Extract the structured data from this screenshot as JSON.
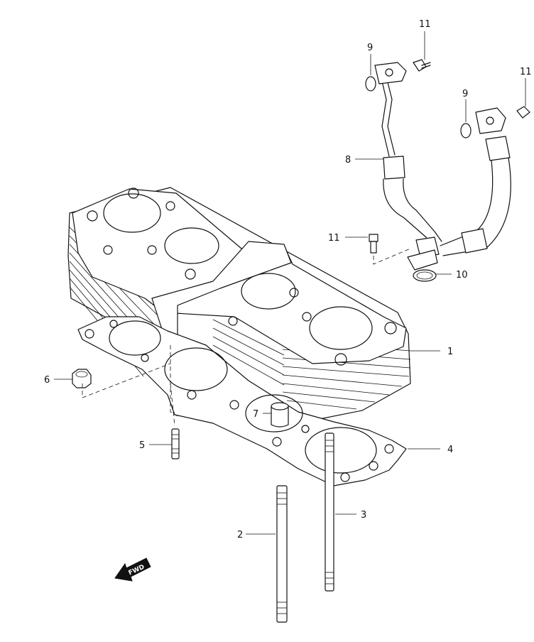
{
  "callouts": [
    {
      "id": "1",
      "label": "1"
    },
    {
      "id": "2",
      "label": "2"
    },
    {
      "id": "3",
      "label": "3"
    },
    {
      "id": "4",
      "label": "4"
    },
    {
      "id": "5",
      "label": "5"
    },
    {
      "id": "6",
      "label": "6"
    },
    {
      "id": "7",
      "label": "7"
    },
    {
      "id": "8",
      "label": "8"
    },
    {
      "id": "9a",
      "label": "9"
    },
    {
      "id": "9b",
      "label": "9"
    },
    {
      "id": "10",
      "label": "10"
    },
    {
      "id": "11a",
      "label": "11"
    },
    {
      "id": "11b",
      "label": "11"
    },
    {
      "id": "11c",
      "label": "11"
    }
  ],
  "fwd_label": "FWD"
}
